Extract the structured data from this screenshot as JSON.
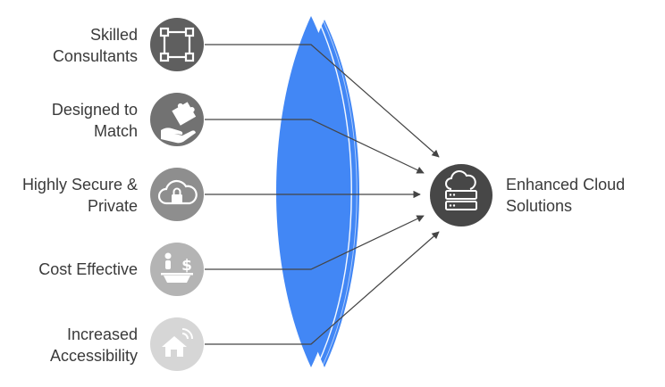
{
  "inputs": [
    {
      "label": "Skilled Consultants",
      "icon": "frame-select-icon",
      "color": "#5f5f5f"
    },
    {
      "label": "Designed to Match",
      "icon": "puzzle-hand-icon",
      "color": "#727272"
    },
    {
      "label": "Highly Secure & Private",
      "icon": "cloud-lock-icon",
      "color": "#8e8e8e"
    },
    {
      "label": "Cost Effective",
      "icon": "person-dollar-scale-icon",
      "color": "#b4b4b4"
    },
    {
      "label": "Increased Accessibility",
      "icon": "smart-home-icon",
      "color": "#d6d6d6"
    }
  ],
  "output": {
    "label": "Enhanced Cloud Solutions",
    "icon": "cloud-server-icon",
    "color": "#474747"
  },
  "lens_color": "#4287f5",
  "line_color": "#444444"
}
